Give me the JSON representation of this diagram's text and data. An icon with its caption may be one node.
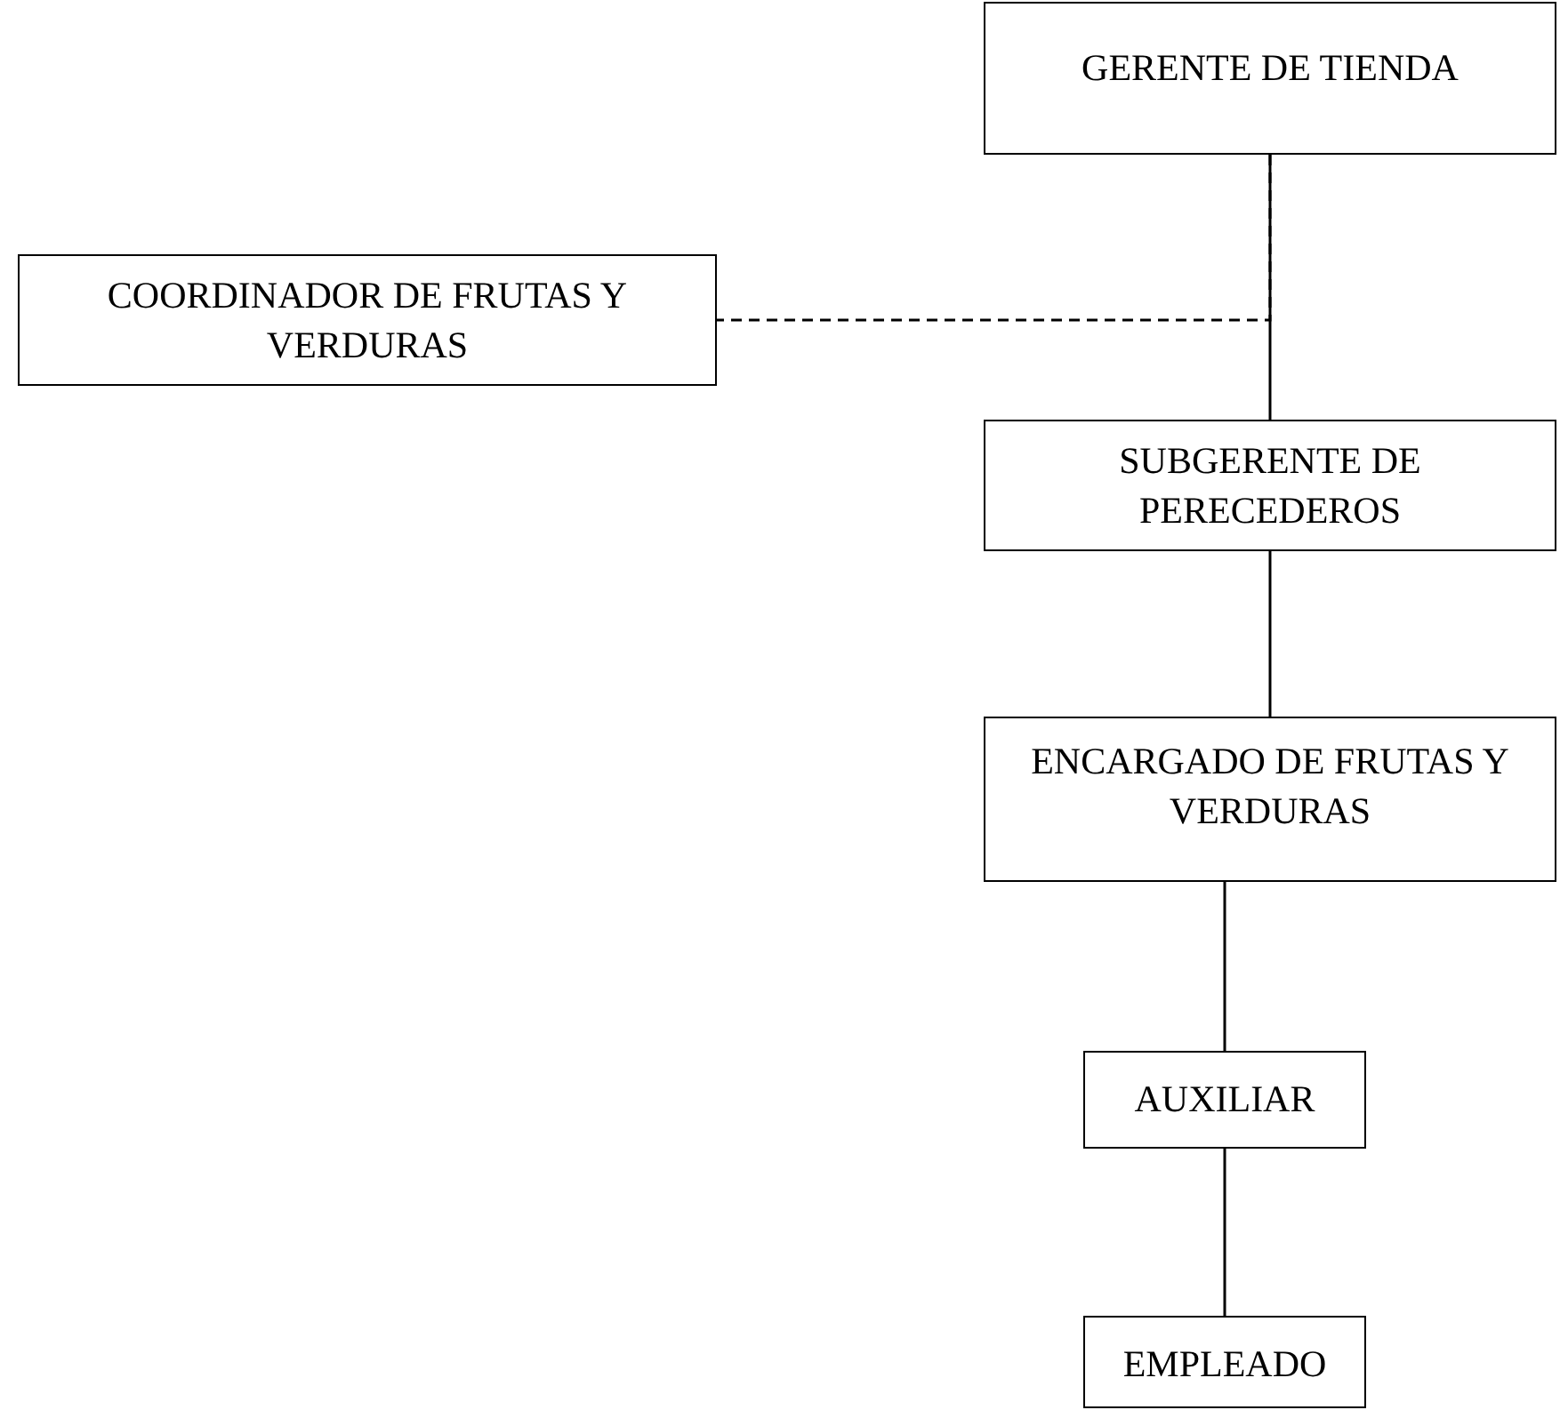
{
  "diagram": {
    "nodes": [
      {
        "text": [
          "GERENTE DE TIENDA"
        ]
      },
      {
        "text": [
          "COORDINADOR DE FRUTAS Y VERDURAS"
        ]
      },
      {
        "text": [
          "SUBGERENTE DE PERECEDEROS"
        ]
      },
      {
        "text": [
          "ENCARGADO DE FRUTAS Y VERDURAS"
        ]
      },
      {
        "text": [
          "AUXILIAR"
        ]
      },
      {
        "text": [
          "EMPLEADO"
        ]
      }
    ],
    "edges": [
      {
        "from": 0,
        "to": 2,
        "arrow": "none"
      },
      {
        "from": 0,
        "to": 1,
        "arrow": "none",
        "style": "dashed"
      },
      {
        "from": 2,
        "to": 3,
        "arrow": "none"
      },
      {
        "from": 3,
        "to": 4,
        "arrow": "none"
      },
      {
        "from": 4,
        "to": 5,
        "arrow": "none"
      }
    ]
  }
}
